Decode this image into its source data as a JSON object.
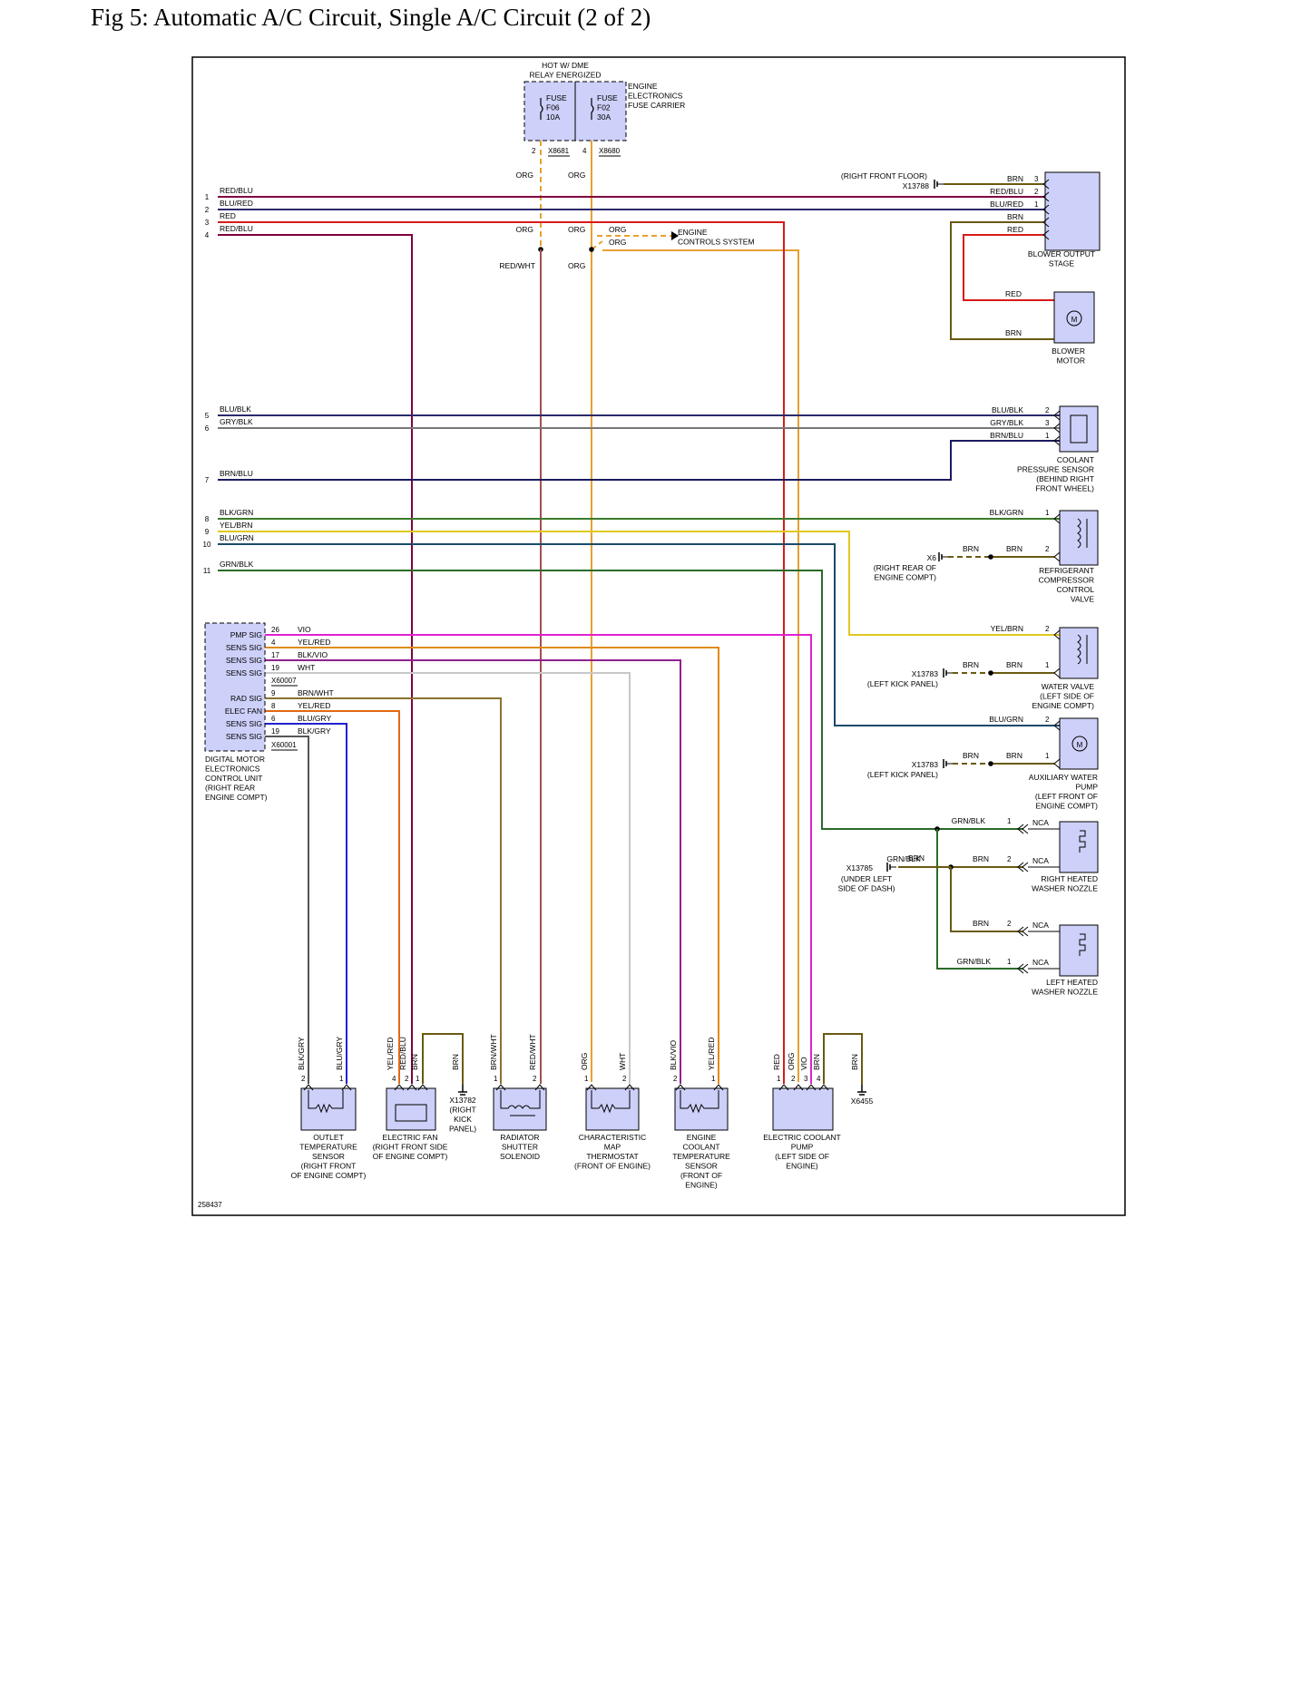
{
  "figure": {
    "title": "Fig 5: Automatic A/C Circuit, Single A/C Circuit (2 of 2)",
    "ref_number": "258437"
  },
  "colors": {
    "org": "#e8a030",
    "red": "#d81a1a",
    "redblu": "#800040",
    "blublk": "#2a2a6a",
    "gryblk": "#777777",
    "brnblu": "#1a1a60",
    "blkgrn": "#3a7a2a",
    "yelbrn": "#e0c820",
    "blugrn": "#1a4a6a",
    "grnblk": "#2a6a2a",
    "vio": "#e020d0",
    "yelred": "#e08a10",
    "blkvio": "#902090",
    "wht": "#c8c8c8",
    "brnwht": "#8a7030",
    "yelred2": "#e06a10",
    "blugry": "#2020d0",
    "blkgry": "#555555",
    "brn": "#6a5a10",
    "redwht": "#a05050",
    "yellow": "#f0e020",
    "component_fill": "#cdd0f8"
  },
  "fuses": {
    "hot_label": [
      "HOT W/ DME",
      "RELAY ENERGIZED"
    ],
    "carrier_label": [
      "ENGINE",
      "ELECTRONICS",
      "FUSE CARRIER"
    ],
    "fuse1": [
      "FUSE",
      "F06",
      "10A"
    ],
    "fuse2": [
      "FUSE",
      "F02",
      "30A"
    ],
    "pin1": "2",
    "conn1": "X8681",
    "pin2": "4",
    "conn2": "X8680"
  },
  "trunk_labels": {
    "org_a": "ORG",
    "org_b": "ORG",
    "org_c": "ORG",
    "org_d": "ORG",
    "org_e": "ORG",
    "org_f": "ORG",
    "redwht": "RED/WHT",
    "org_g": "ORG",
    "ecs": [
      "ENGINE",
      "CONTROLS SYSTEM"
    ]
  },
  "left_wires": [
    {
      "num": "1",
      "label": "RED/BLU"
    },
    {
      "num": "2",
      "label": "BLU/RED"
    },
    {
      "num": "3",
      "label": "RED"
    },
    {
      "num": "4",
      "label": "RED/BLU"
    },
    {
      "num": "5",
      "label": "BLU/BLK"
    },
    {
      "num": "6",
      "label": "GRY/BLK"
    },
    {
      "num": "7",
      "label": "BRN/BLU"
    },
    {
      "num": "8",
      "label": "BLK/GRN"
    },
    {
      "num": "9",
      "label": "YEL/BRN"
    },
    {
      "num": "10",
      "label": "BLU/GRN"
    },
    {
      "num": "11",
      "label": "GRN/BLK"
    }
  ],
  "blower_stage": {
    "ground_loc": "(RIGHT FRONT FLOOR)",
    "ground_conn": "X13788",
    "pins": [
      {
        "label": "BRN",
        "pin": "3"
      },
      {
        "label": "RED/BLU",
        "pin": "2"
      },
      {
        "label": "BLU/RED",
        "pin": "1"
      },
      {
        "label": "BRN",
        "pin": ""
      },
      {
        "label": "RED",
        "pin": ""
      }
    ],
    "name": [
      "BLOWER OUTPUT",
      "STAGE"
    ]
  },
  "blower_motor": {
    "red_label": "RED",
    "brn_label": "BRN",
    "symbol": "M",
    "name": [
      "BLOWER",
      "MOTOR"
    ]
  },
  "coolant_pressure": {
    "pins": [
      {
        "label": "BLU/BLK",
        "pin": "2"
      },
      {
        "label": "GRY/BLK",
        "pin": "3"
      },
      {
        "label": "BRN/BLU",
        "pin": "1"
      }
    ],
    "name": [
      "COOLANT",
      "PRESSURE SENSOR",
      "(BEHIND RIGHT",
      "FRONT WHEEL)"
    ]
  },
  "compressor_valve": {
    "pin1_label": "BLK/GRN",
    "pin1": "1",
    "gnd_conn": "X6",
    "gnd_loc": [
      "(RIGHT REAR OF",
      "ENGINE COMPT)"
    ],
    "brn_a": "BRN",
    "brn_b": "BRN",
    "pin2": "2",
    "name": [
      "REFRIGERANT",
      "COMPRESSOR",
      "CONTROL",
      "VALVE"
    ]
  },
  "water_valve": {
    "pin2_label": "YEL/BRN",
    "pin2": "2",
    "gnd_conn": "X13783",
    "gnd_loc": "(LEFT KICK PANEL)",
    "brn_a": "BRN",
    "brn_b": "BRN",
    "pin1": "1",
    "name": [
      "WATER VALVE",
      "(LEFT SIDE OF",
      "ENGINE COMPT)"
    ]
  },
  "aux_pump": {
    "pin2_label": "BLU/GRN",
    "pin2": "2",
    "gnd_conn": "X13783",
    "gnd_loc": "(LEFT KICK PANEL)",
    "brn_a": "BRN",
    "brn_b": "BRN",
    "pin1": "1",
    "symbol": "M",
    "name": [
      "AUXILIARY WATER",
      "PUMP",
      "(LEFT FRONT OF",
      "ENGINE COMPT)"
    ]
  },
  "washer": {
    "grnblk_a": "GRN/BLK",
    "grnblk_b": "GRN/BLK",
    "grnblk_c": "GRN/BLK",
    "brn_a": "BRN",
    "brn_b": "BRN",
    "brn_c": "BRN",
    "pin1": "1",
    "pin2": "2",
    "pin2b": "2",
    "pin1b": "1",
    "nca1": "NCA",
    "nca2": "NCA",
    "nca3": "NCA",
    "nca4": "NCA",
    "gnd_conn": "X13785",
    "gnd_loc": [
      "(UNDER LEFT",
      "SIDE OF DASH)"
    ],
    "right_name": [
      "RIGHT HEATED",
      "WASHER NOZZLE"
    ],
    "left_name": [
      "LEFT HEATED",
      "WASHER NOZZLE"
    ]
  },
  "dme": {
    "rows": [
      {
        "sig": "PMP SIG",
        "pin": "26",
        "label": "VIO"
      },
      {
        "sig": "SENS SIG",
        "pin": "4",
        "label": "YEL/RED"
      },
      {
        "sig": "SENS SIG",
        "pin": "17",
        "label": "BLK/VIO"
      },
      {
        "sig": "SENS SIG",
        "pin": "19",
        "label": "WHT"
      },
      {
        "sig": "RAD SIG",
        "pin": "9",
        "label": "BRN/WHT"
      },
      {
        "sig": "ELEC FAN",
        "pin": "8",
        "label": "YEL/RED"
      },
      {
        "sig": "SENS SIG",
        "pin": "6",
        "label": "BLU/GRY"
      },
      {
        "sig": "SENS SIG",
        "pin": "19",
        "label": "BLK/GRY"
      }
    ],
    "conn1": "X60007",
    "conn2": "X60001",
    "name": [
      "DIGITAL MOTOR",
      "ELECTRONICS",
      "CONTROL UNIT",
      "(RIGHT REAR",
      "ENGINE COMPT)"
    ]
  },
  "bottom": {
    "outlet": {
      "wires": [
        "BLK/GRY",
        "BLU/GRY"
      ],
      "pins": [
        "2",
        "1"
      ],
      "name": [
        "OUTLET",
        "TEMPERATURE",
        "SENSOR",
        "(RIGHT FRONT",
        "OF ENGINE COMPT)"
      ]
    },
    "fan": {
      "wires": [
        "YEL/RED",
        "RED/BLU",
        "BRN",
        "BRN"
      ],
      "pins": [
        "4",
        "2",
        "1"
      ],
      "gnd_conn": "X13782",
      "gnd_loc": [
        "(RIGHT",
        "KICK",
        "PANEL)"
      ],
      "name": [
        "ELECTRIC FAN",
        "(RIGHT FRONT SIDE",
        "OF ENGINE COMPT)"
      ]
    },
    "shutter": {
      "wires": [
        "BRN/WHT",
        "RED/WHT"
      ],
      "pins": [
        "1",
        "2"
      ],
      "name": [
        "RADIATOR",
        "SHUTTER",
        "SOLENOID"
      ]
    },
    "thermostat": {
      "wires": [
        "ORG",
        "WHT"
      ],
      "pins": [
        "1",
        "2"
      ],
      "name": [
        "CHARACTERISTIC",
        "MAP",
        "THERMOSTAT",
        "(FRONT OF ENGINE)"
      ]
    },
    "ect": {
      "wires": [
        "BLK/VIO",
        "YEL/RED"
      ],
      "pins": [
        "2",
        "1"
      ],
      "name": [
        "ENGINE",
        "COOLANT",
        "TEMPERATURE",
        "SENSOR",
        "(FRONT OF",
        "ENGINE)"
      ]
    },
    "pump": {
      "wires": [
        "RED",
        "ORG",
        "VIO",
        "BRN",
        "BRN"
      ],
      "pins": [
        "1",
        "2",
        "3",
        "4"
      ],
      "gnd_conn": "X6455",
      "name": [
        "ELECTRIC COOLANT",
        "PUMP",
        "(LEFT SIDE OF",
        "ENGINE)"
      ]
    }
  }
}
